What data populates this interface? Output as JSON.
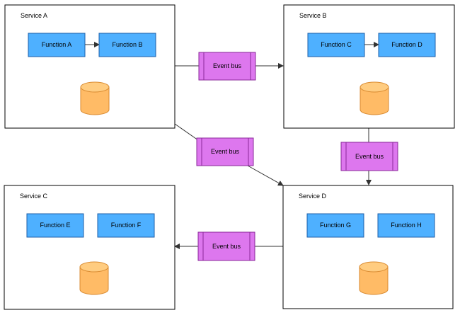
{
  "services": [
    {
      "id": "a",
      "label": "Service A",
      "functions": [
        "Function A",
        "Function B"
      ],
      "database": "database-icon"
    },
    {
      "id": "b",
      "label": "Service B",
      "functions": [
        "Function C",
        "Function D"
      ],
      "database": "database-icon"
    },
    {
      "id": "c",
      "label": "Service C",
      "functions": [
        "Function E",
        "Function F"
      ],
      "database": "database-icon"
    },
    {
      "id": "d",
      "label": "Service D",
      "functions": [
        "Function G",
        "Function H"
      ],
      "database": "database-icon"
    }
  ],
  "event_buses": [
    {
      "id": "a-to-b",
      "label": "Event bus",
      "from": "Service A",
      "to": "Service B"
    },
    {
      "id": "a-to-d",
      "label": "Event bus",
      "from": "Service A",
      "to": "Service D"
    },
    {
      "id": "b-to-d",
      "label": "Event bus",
      "from": "Service B",
      "to": "Service D"
    },
    {
      "id": "d-to-c",
      "label": "Event bus",
      "from": "Service D",
      "to": "Service C"
    }
  ],
  "internal_links": [
    {
      "from": "Function A",
      "to": "Function B"
    },
    {
      "from": "Function C",
      "to": "Function D"
    }
  ],
  "colors": {
    "function_fill": "#4eb0ff",
    "event_bus_fill": "#dd77ee",
    "database_fill": "#ffbb66"
  }
}
